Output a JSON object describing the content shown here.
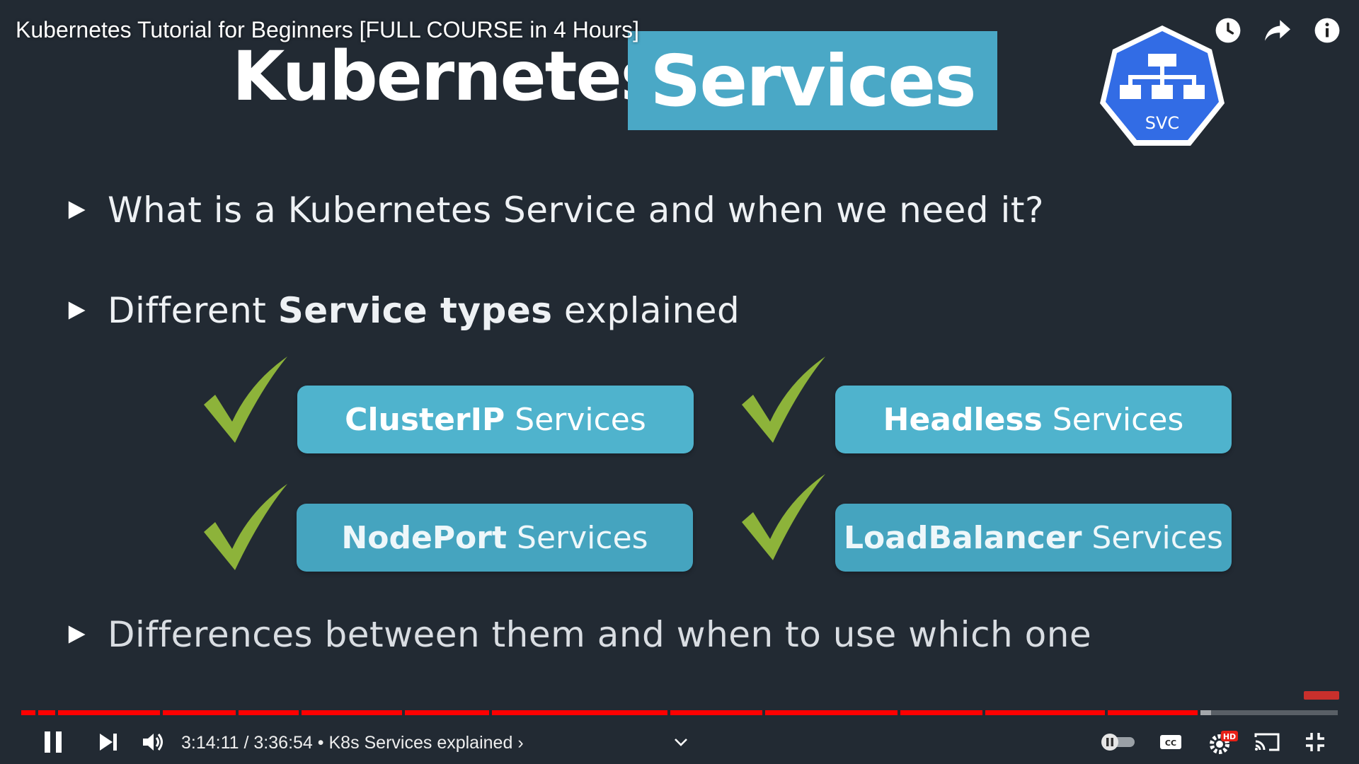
{
  "video": {
    "title": "Kubernetes Tutorial for Beginners [FULL COURSE in 4 Hours]"
  },
  "top_icons": [
    "watch-later-icon",
    "share-icon",
    "info-icon"
  ],
  "slide": {
    "heading_plain": "Kubernetes",
    "heading_highlight": "Services",
    "logo_label": "SVC",
    "bullets": [
      {
        "text": "What is a Kubernetes Service and when we need it?"
      },
      {
        "pre": "Different ",
        "bold": "Service types",
        "post": " explained"
      },
      {
        "text": "Differences between them and when to use which one"
      }
    ],
    "service_types": [
      {
        "strong": "ClusterIP",
        "rest": "Services"
      },
      {
        "strong": "Headless",
        "rest": "Services"
      },
      {
        "strong": "NodePort",
        "rest": "Services"
      },
      {
        "strong": "LoadBalancer",
        "rest": "Services"
      }
    ],
    "colors": {
      "background": "#222a33",
      "accent_blue": "#4aa8c6",
      "check_green": "#8db33a",
      "logo_blue": "#326ce5"
    }
  },
  "player": {
    "current_time": "3:14:11",
    "separator": " / ",
    "duration": "3:36:54",
    "chapter_dot": " • ",
    "chapter": "K8s Services explained",
    "chapter_chevron": "›",
    "progress_fraction": 0.894,
    "buffer_fraction": 0.904,
    "quality_badge": "HD",
    "progress_color": "#ff0000"
  }
}
